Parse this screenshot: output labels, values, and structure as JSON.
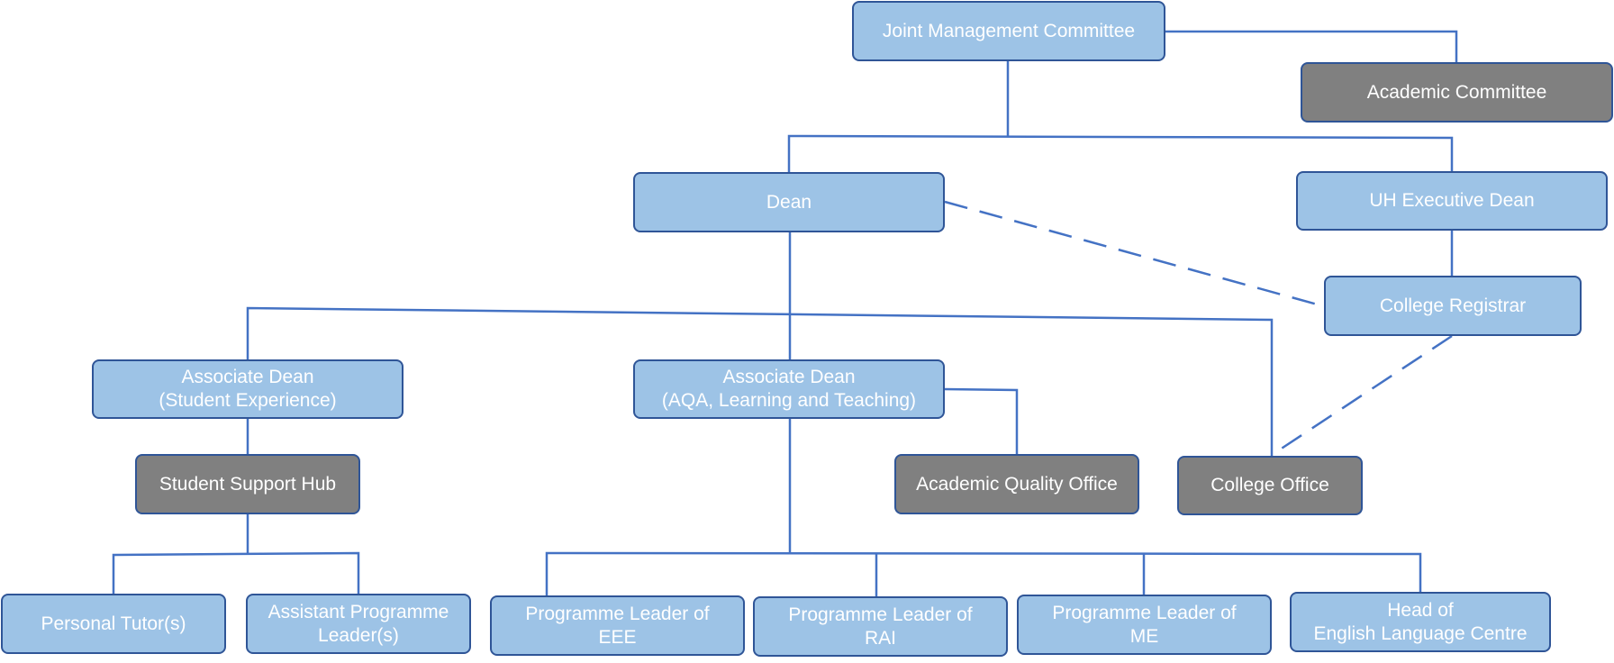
{
  "nodes": {
    "joint_management_committee": {
      "lines": [
        "Joint Management Committee"
      ]
    },
    "academic_committee": {
      "lines": [
        "Academic Committee"
      ]
    },
    "dean": {
      "lines": [
        "Dean"
      ]
    },
    "uh_executive_dean": {
      "lines": [
        "UH Executive Dean"
      ]
    },
    "college_registrar": {
      "lines": [
        "College Registrar"
      ]
    },
    "associate_dean_student_experience": {
      "lines": [
        "Associate Dean",
        "(Student Experience)"
      ]
    },
    "associate_dean_aqa": {
      "lines": [
        "Associate Dean",
        "(AQA, Learning and Teaching)"
      ]
    },
    "student_support_hub": {
      "lines": [
        "Student Support Hub"
      ]
    },
    "academic_quality_office": {
      "lines": [
        "Academic Quality Office"
      ]
    },
    "college_office": {
      "lines": [
        "College Office"
      ]
    },
    "personal_tutors": {
      "lines": [
        "Personal Tutor(s)"
      ]
    },
    "assistant_programme_leaders": {
      "lines": [
        "Assistant Programme",
        "Leader(s)"
      ]
    },
    "programme_leader_eee": {
      "lines": [
        "Programme Leader of",
        "EEE"
      ]
    },
    "programme_leader_rai": {
      "lines": [
        "Programme Leader of",
        "RAI"
      ]
    },
    "programme_leader_me": {
      "lines": [
        "Programme Leader of",
        "ME"
      ]
    },
    "head_english_language_centre": {
      "lines": [
        "Head of",
        "English Language Centre"
      ]
    }
  },
  "colors": {
    "unit_box": "#9dc3e6",
    "office_box": "#808080",
    "connector": "#4472c4",
    "border": "#2f5597",
    "text": "#ffffff"
  },
  "edges": [
    {
      "from": "joint_management_committee",
      "to": "academic_committee",
      "style": "solid"
    },
    {
      "from": "joint_management_committee",
      "to": "dean",
      "style": "solid"
    },
    {
      "from": "joint_management_committee",
      "to": "uh_executive_dean",
      "style": "solid"
    },
    {
      "from": "uh_executive_dean",
      "to": "college_registrar",
      "style": "solid"
    },
    {
      "from": "dean",
      "to": "college_registrar",
      "style": "dashed"
    },
    {
      "from": "college_registrar",
      "to": "college_office",
      "style": "dashed"
    },
    {
      "from": "dean",
      "to": "associate_dean_student_experience",
      "style": "solid"
    },
    {
      "from": "dean",
      "to": "associate_dean_aqa",
      "style": "solid"
    },
    {
      "from": "dean",
      "to": "college_office",
      "style": "solid"
    },
    {
      "from": "associate_dean_student_experience",
      "to": "student_support_hub",
      "style": "solid"
    },
    {
      "from": "associate_dean_aqa",
      "to": "academic_quality_office",
      "style": "solid"
    },
    {
      "from": "student_support_hub",
      "to": "personal_tutors",
      "style": "solid"
    },
    {
      "from": "student_support_hub",
      "to": "assistant_programme_leaders",
      "style": "solid"
    },
    {
      "from": "associate_dean_aqa",
      "to": "programme_leader_eee",
      "style": "solid"
    },
    {
      "from": "associate_dean_aqa",
      "to": "programme_leader_rai",
      "style": "solid"
    },
    {
      "from": "associate_dean_aqa",
      "to": "programme_leader_me",
      "style": "solid"
    },
    {
      "from": "associate_dean_aqa",
      "to": "head_english_language_centre",
      "style": "solid"
    }
  ]
}
